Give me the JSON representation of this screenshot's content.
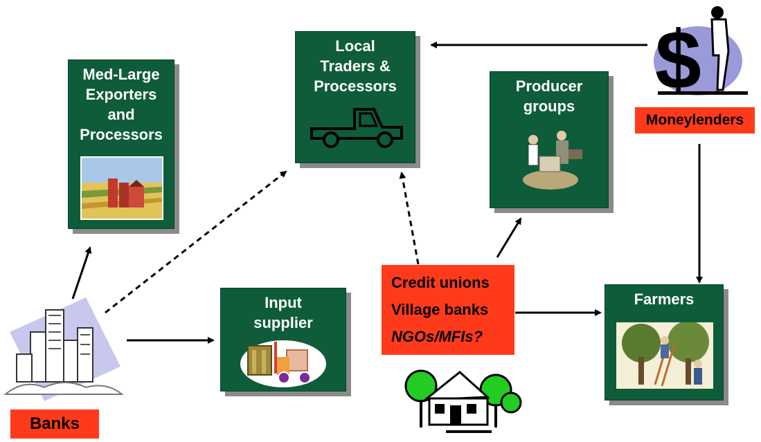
{
  "nodes": {
    "exporters": [
      "Med-Large",
      "Exporters",
      "and",
      "Processors"
    ],
    "traders": [
      "Local",
      "Traders &",
      "Processors"
    ],
    "producers": [
      "Producer",
      "groups"
    ],
    "input": [
      "Input",
      "supplier"
    ],
    "farmers": [
      "Farmers"
    ]
  },
  "labels": {
    "moneylenders": "Moneylenders",
    "banks": "Banks",
    "credit": [
      "Credit unions",
      "Village banks",
      "NGOs/MFIs?"
    ]
  },
  "colors": {
    "box_fill": "#0f5c3a",
    "label_fill": "#ff3a1a",
    "shadow": "#8a8a8a"
  },
  "icons": {
    "exporters": "farm-silos-icon",
    "traders": "pickup-truck-icon",
    "producers": "market-workers-icon",
    "input": "forklift-boxes-icon",
    "farmers": "fruit-picking-icon",
    "moneylenders": "dollar-sign-person-icon",
    "banks": "city-buildings-icon",
    "village": "house-trees-icon"
  }
}
